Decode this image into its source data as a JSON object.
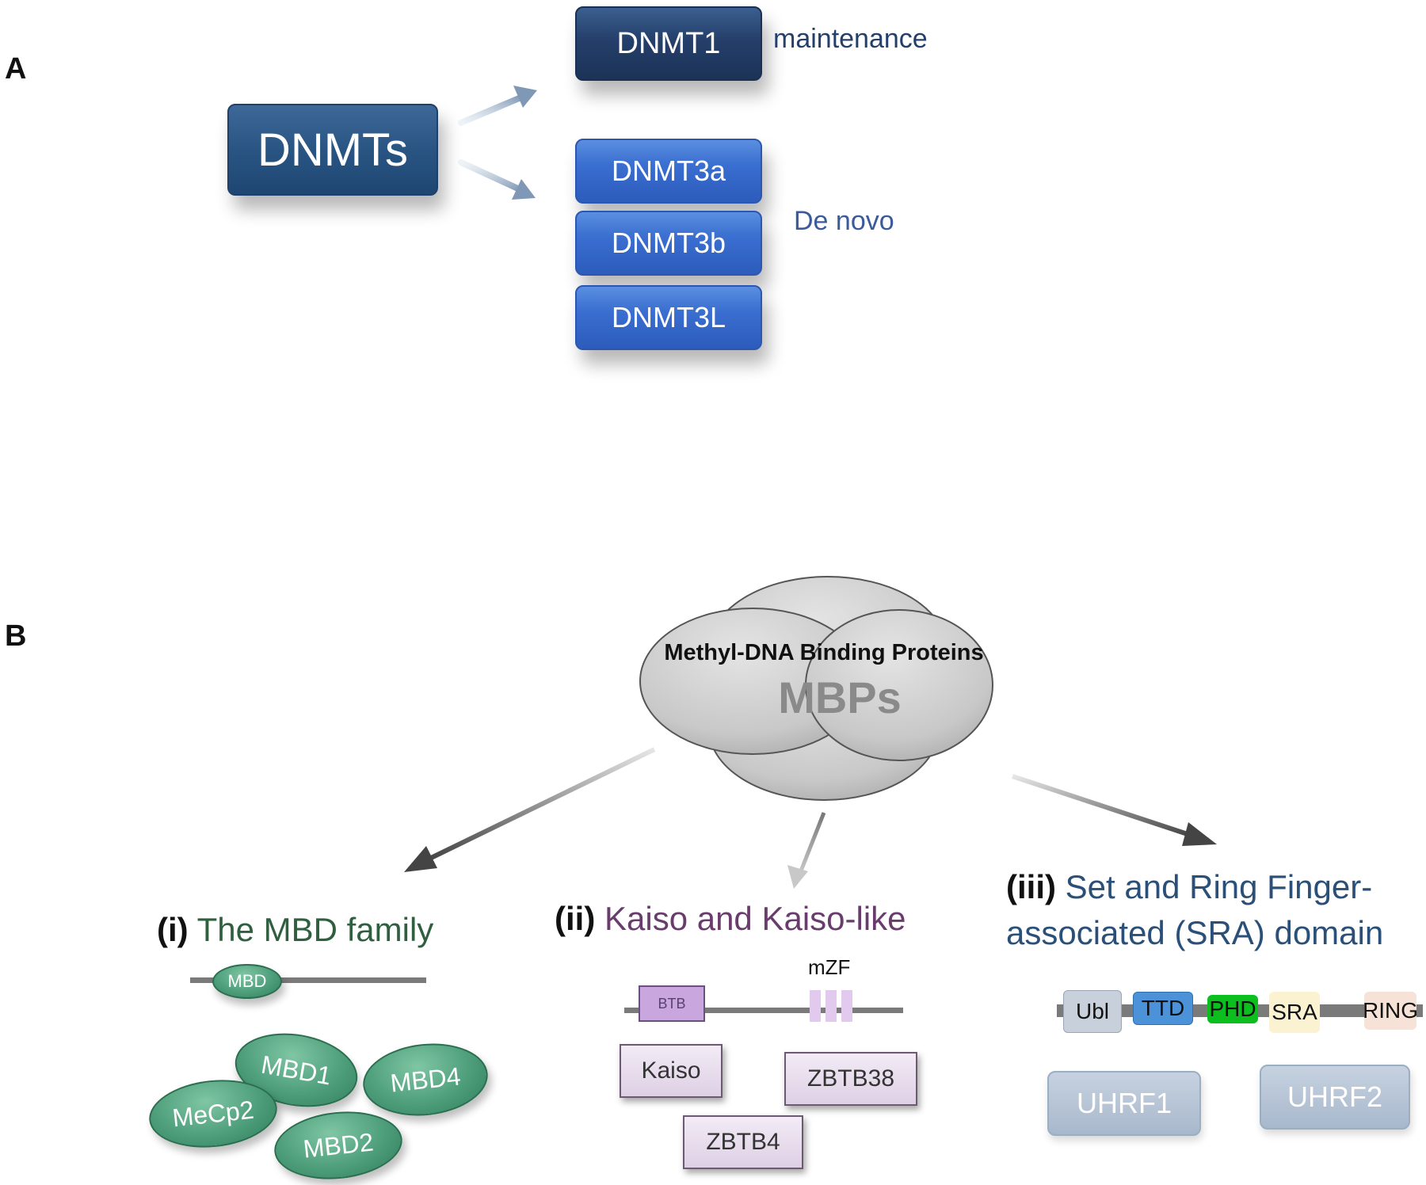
{
  "panel_a": {
    "label": "A",
    "main_box": "DNMTs",
    "dnmt1": "DNMT1",
    "maintenance": "maintenance",
    "dnmt3a": "DNMT3a",
    "dnmt3b": "DNMT3b",
    "dnmt3l": "DNMT3L",
    "de_novo": "De novo"
  },
  "panel_b": {
    "label": "B",
    "center_title": "Methyl-DNA Binding Proteins",
    "center_abbr": "MBPs",
    "group_i": {
      "prefix": "(i)",
      "title": "The MBD family",
      "domain_label": "MBD",
      "members": [
        "MBD1",
        "MBD4",
        "MeCp2",
        "MBD2"
      ],
      "color": "#2f5f3f"
    },
    "group_ii": {
      "prefix": "(ii)",
      "title": "Kaiso and Kaiso-like",
      "btb_label": "BTB",
      "mzf_label": "mZF",
      "members": [
        "Kaiso",
        "ZBTB38",
        "ZBTB4"
      ],
      "color": "#6a3c6e"
    },
    "group_iii": {
      "prefix": "(iii)",
      "title_line1": "Set and Ring Finger-",
      "title_line2": "associated (SRA) domain",
      "domains": [
        "Ubl",
        "TTD",
        "PHD",
        "SRA",
        "RING"
      ],
      "members": [
        "UHRF1",
        "UHRF2"
      ],
      "color": "#2a4f78"
    }
  }
}
